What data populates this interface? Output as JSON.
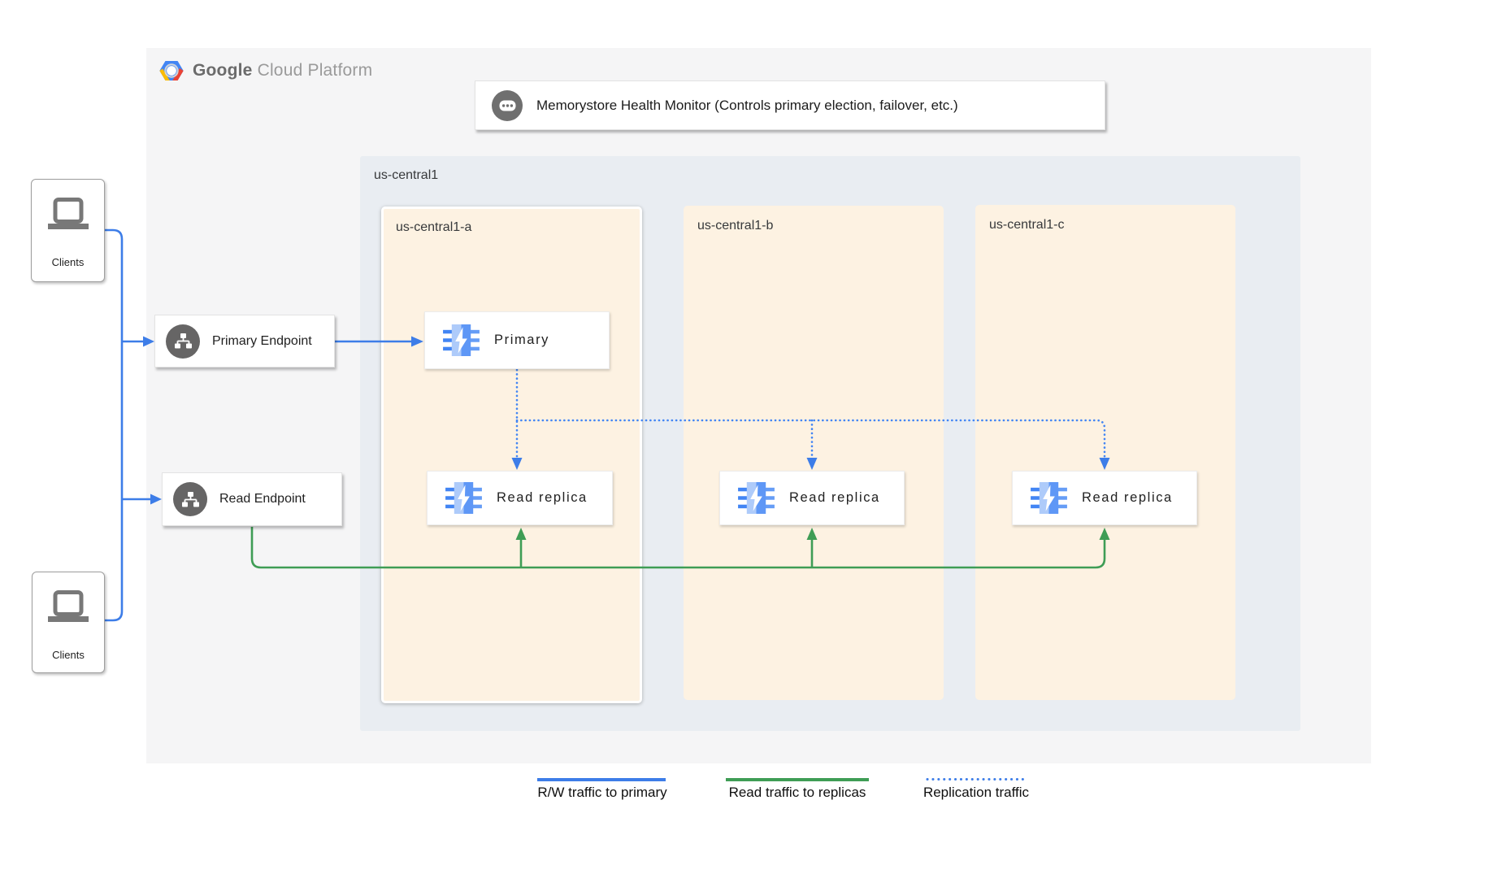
{
  "brand": {
    "name_bold": "Google",
    "name_light": "Cloud Platform"
  },
  "health_monitor": {
    "label": "Memorystore Health Monitor (Controls primary election, failover, etc.)",
    "icon": "ellipsis-chip-icon"
  },
  "clients": {
    "top": {
      "label": "Clients",
      "icon": "laptop-icon"
    },
    "bottom": {
      "label": "Clients",
      "icon": "laptop-icon"
    }
  },
  "endpoints": {
    "primary": {
      "label": "Primary Endpoint",
      "icon": "network-sitemap-icon"
    },
    "read": {
      "label": "Read Endpoint",
      "icon": "network-sitemap-icon"
    }
  },
  "region": {
    "label": "us-central1",
    "zones": [
      {
        "label": "us-central1-a",
        "highlighted": true
      },
      {
        "label": "us-central1-b",
        "highlighted": false
      },
      {
        "label": "us-central1-c",
        "highlighted": false
      }
    ]
  },
  "nodes": {
    "primary": {
      "label": "Primary",
      "icon": "memorystore-chip-icon",
      "zone": "us-central1-a"
    },
    "replica_a": {
      "label": "Read replica",
      "icon": "memorystore-chip-icon",
      "zone": "us-central1-a"
    },
    "replica_b": {
      "label": "Read replica",
      "icon": "memorystore-chip-icon",
      "zone": "us-central1-b"
    },
    "replica_c": {
      "label": "Read replica",
      "icon": "memorystore-chip-icon",
      "zone": "us-central1-c"
    }
  },
  "legend": {
    "items": [
      {
        "label": "R/W traffic to primary",
        "style": "solid",
        "color": "#3d7de8"
      },
      {
        "label": "Read traffic to replicas",
        "style": "solid",
        "color": "#3f9d55"
      },
      {
        "label": "Replication traffic",
        "style": "dotted",
        "color": "#3d7de8"
      }
    ]
  },
  "colors": {
    "traffic_blue": "#3d7de8",
    "replication_blue": "#4285f4",
    "traffic_green": "#3f9d55",
    "panel_bg": "#f5f5f6",
    "region_bg": "#e9edf2",
    "zone_bg": "#fdf2e2",
    "zone_highlight_border": "#ffffff"
  }
}
